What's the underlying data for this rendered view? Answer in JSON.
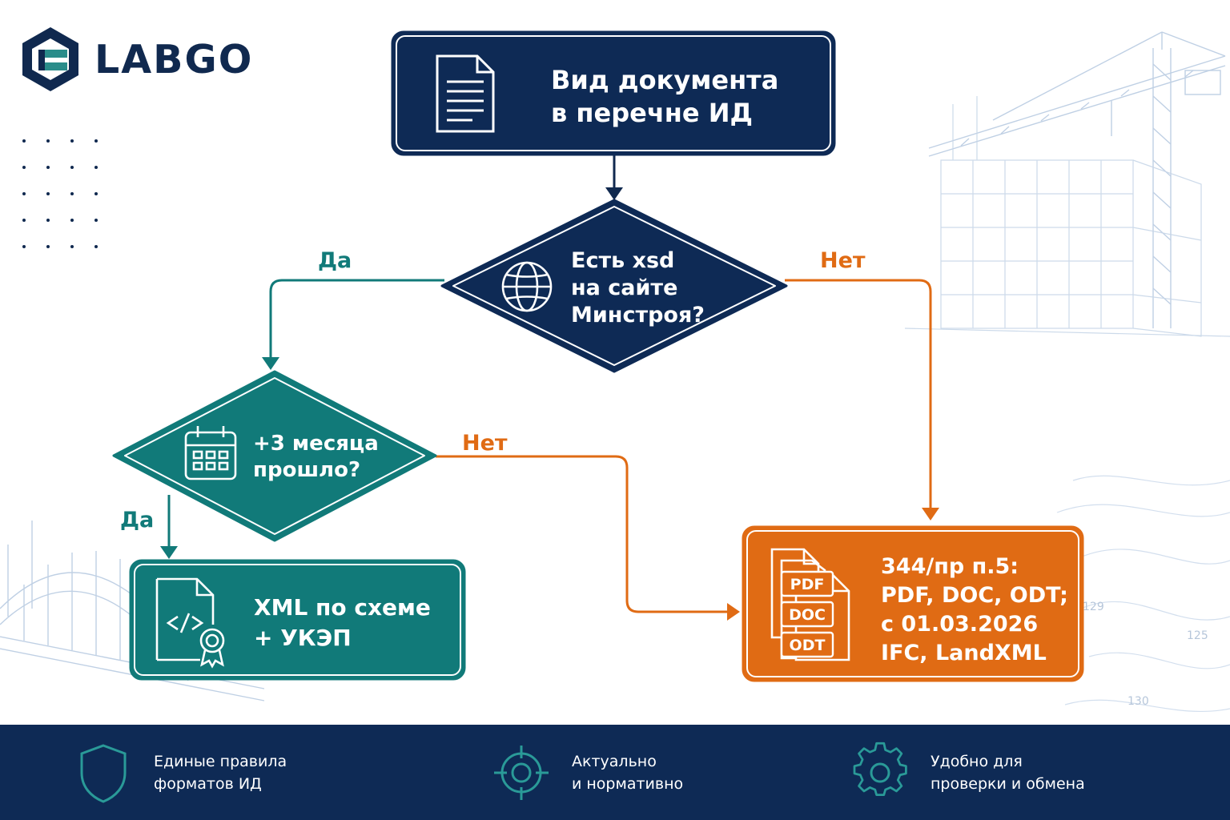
{
  "brand": {
    "name": "LABGO"
  },
  "colors": {
    "navy": "#0e2a55",
    "teal": "#117a79",
    "orange": "#e06b14",
    "white": "#ffffff"
  },
  "flowchart": {
    "start": {
      "line1": "Вид документа",
      "line2": "в перечне ИД",
      "icon": "document-icon"
    },
    "decision_xsd": {
      "line1": "Есть xsd",
      "line2": "на сайте",
      "line3": "Минстроя?",
      "icon": "globe-icon"
    },
    "decision_months": {
      "line1": "+3 месяца",
      "line2": "прошло?",
      "icon": "calendar-icon"
    },
    "result_xml": {
      "line1": "XML по схеме",
      "line2": "+ УКЭП",
      "icon": "code-file-certificate-icon"
    },
    "result_formats": {
      "line1": "344/пр п.5:",
      "line2": "PDF, DOC, ODT;",
      "line3": "с 01.03.2026",
      "line4": "IFC, LandXML",
      "icon": "file-stack-icon",
      "file_tags": [
        "PDF",
        "DOC",
        "ODT"
      ]
    },
    "edges": {
      "xsd_yes": "Да",
      "xsd_no": "Нет",
      "months_no": "Нет",
      "months_yes": "Да"
    }
  },
  "background_numbers": [
    "129",
    "125",
    "130"
  ],
  "footer": {
    "features": [
      {
        "line1": "Единые правила",
        "line2": "форматов ИД",
        "icon": "shield-icon"
      },
      {
        "line1": "Актуально",
        "line2": "и нормативно",
        "icon": "target-icon"
      },
      {
        "line1": "Удобно для",
        "line2": "проверки и обмена",
        "icon": "gear-icon"
      }
    ]
  }
}
